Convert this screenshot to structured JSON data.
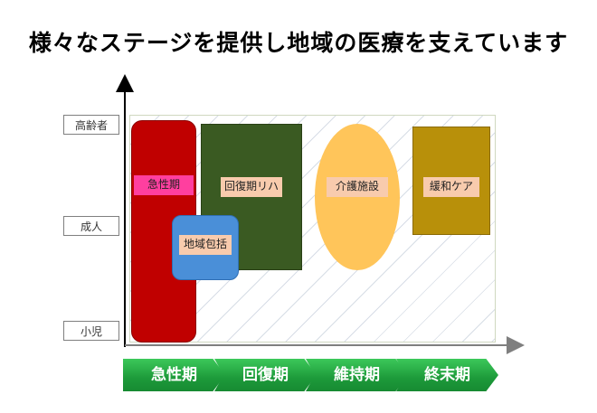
{
  "title": "様々なステージを提供し地域の医療を支えています",
  "y_labels": {
    "elderly": "高齢者",
    "adult": "成人",
    "child": "小児"
  },
  "blocks": {
    "acute": "急性期",
    "rehab": "回復期リハ",
    "care": "介護施設",
    "palliative": "緩和ケア",
    "community": "地域包括"
  },
  "phases": [
    "急性期",
    "回復期",
    "維持期",
    "終末期"
  ],
  "colors": {
    "acute": "#c00000",
    "acute_label_bg": "#ff3f9f",
    "rehab": "#3a5a22",
    "care": "#ffc55a",
    "palliative": "#b8900a",
    "community": "#4a8fd8",
    "label_bg": "#f8cbad",
    "phase_green": "#22a842"
  }
}
